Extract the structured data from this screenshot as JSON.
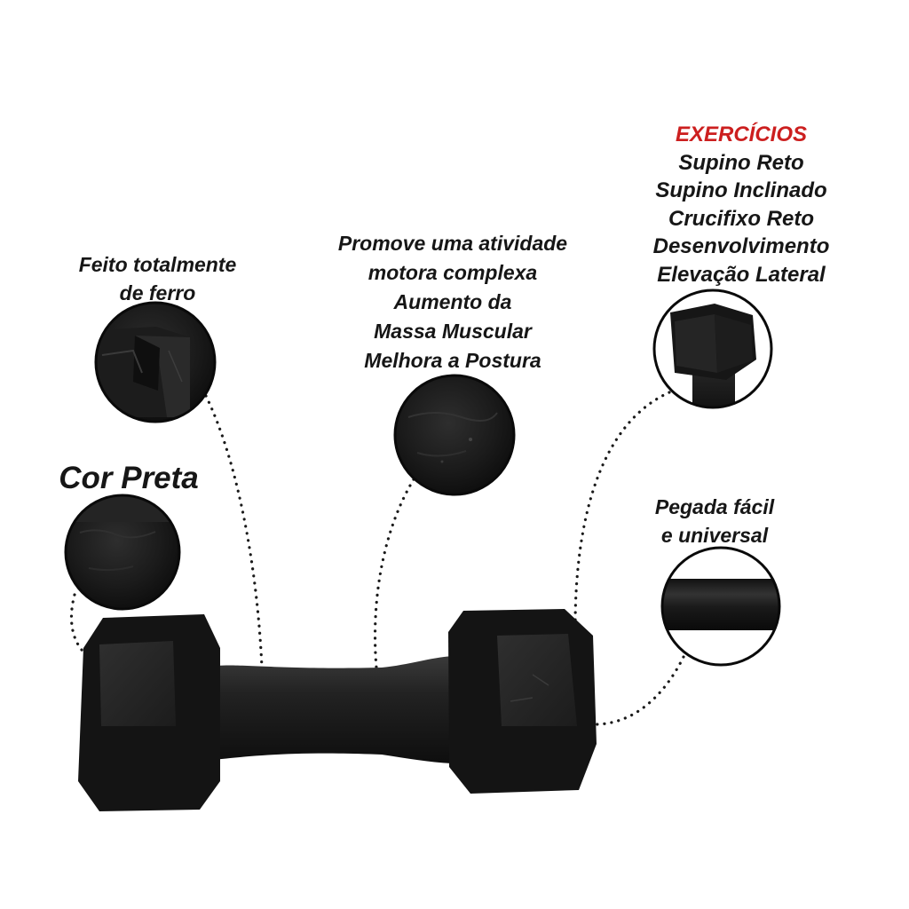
{
  "labels": {
    "material": {
      "lines": [
        "Feito totalmente",
        "de ferro"
      ]
    },
    "color": {
      "text": "Cor Preta"
    },
    "benefits": {
      "lines": [
        "Promove uma atividade",
        "motora complexa",
        "Aumento da",
        "Massa Muscular",
        "Melhora a Postura"
      ]
    },
    "exercises": {
      "heading": "EXERCÍCIOS",
      "items": [
        "Supino Reto",
        "Supino Inclinado",
        "Crucifixo Reto",
        "Desenvolvimento",
        "Elevação Lateral"
      ]
    },
    "grip": {
      "lines": [
        "Pegada fácil",
        "e universal"
      ]
    }
  },
  "colors": {
    "heading_accent": "#cc1f1f",
    "text": "#161616",
    "dumbbell": "#161616",
    "background": "#ffffff"
  },
  "icons": [
    "detail-circle-iron-corner",
    "detail-circle-black-texture",
    "detail-circle-surface-texture",
    "detail-circle-hex-head",
    "detail-circle-handle-grip",
    "dumbbell-illustration"
  ]
}
